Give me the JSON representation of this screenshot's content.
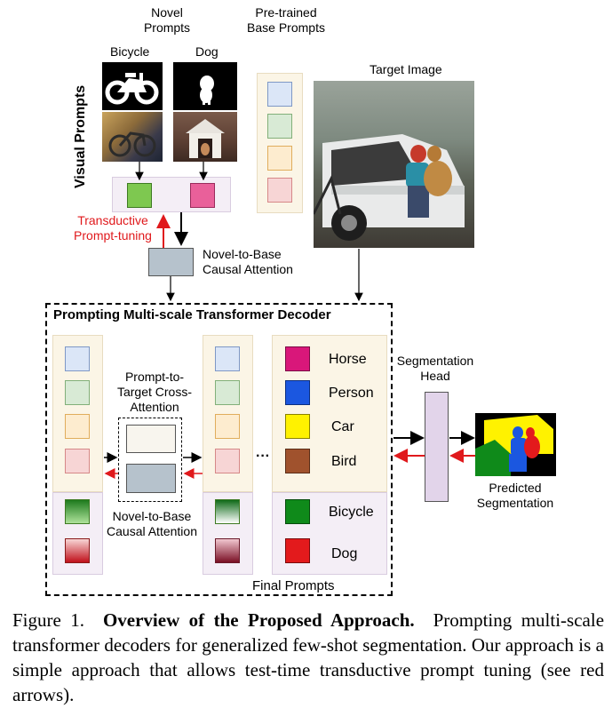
{
  "top": {
    "novel_prompts_line1": "Novel",
    "novel_prompts_line2": "Prompts",
    "pretrained_line1": "Pre-trained",
    "pretrained_line2": "Base Prompts",
    "bicycle": "Bicycle",
    "dog": "Dog",
    "visual_prompts": "Visual Prompts",
    "target_image": "Target Image",
    "transductive_line1": "Transductive",
    "transductive_line2": "Prompt-tuning",
    "n2b_line1": "Novel-to-Base",
    "n2b_line2": "Causal Attention"
  },
  "decoder": {
    "title": "Prompting Multi-scale Transformer Decoder",
    "p2t_line1": "Prompt-to-",
    "p2t_line2": "Target Cross-",
    "p2t_line3": "Attention",
    "n2b_line1": "Novel-to-Base",
    "n2b_line2": "Causal Attention",
    "ellipsis": "···",
    "final_prompts": "Final Prompts",
    "classes": [
      "Horse",
      "Person",
      "Car",
      "Bird",
      "Bicycle",
      "Dog"
    ]
  },
  "head": {
    "seg_line1": "Segmentation",
    "seg_line2": "Head",
    "pred_line1": "Predicted",
    "pred_line2": "Segmentation"
  },
  "caption": {
    "figure": "Figure 1.",
    "title": "Overview of the Proposed Approach.",
    "body": "Prompting multi-scale transformer decoders for generalized few-shot segmentation. Our approach is a simple approach that allows test-time transductive prompt tuning (see red arrows)."
  },
  "colors": {
    "base_blue": "#dbe6f7",
    "base_green": "#d8ead5",
    "base_yellow": "#fdeccf",
    "base_pink": "#f7d5d5",
    "novel_green": "#7ec850",
    "novel_pink": "#e9609a",
    "attention_gray": "#b6c2cc",
    "horse": "#d9177a",
    "person": "#1b57e0",
    "car": "#fff200",
    "bird": "#a0522d",
    "bicycle": "#0f8a1a",
    "dog": "#e31a1c",
    "arrow_red": "#e0191c"
  }
}
